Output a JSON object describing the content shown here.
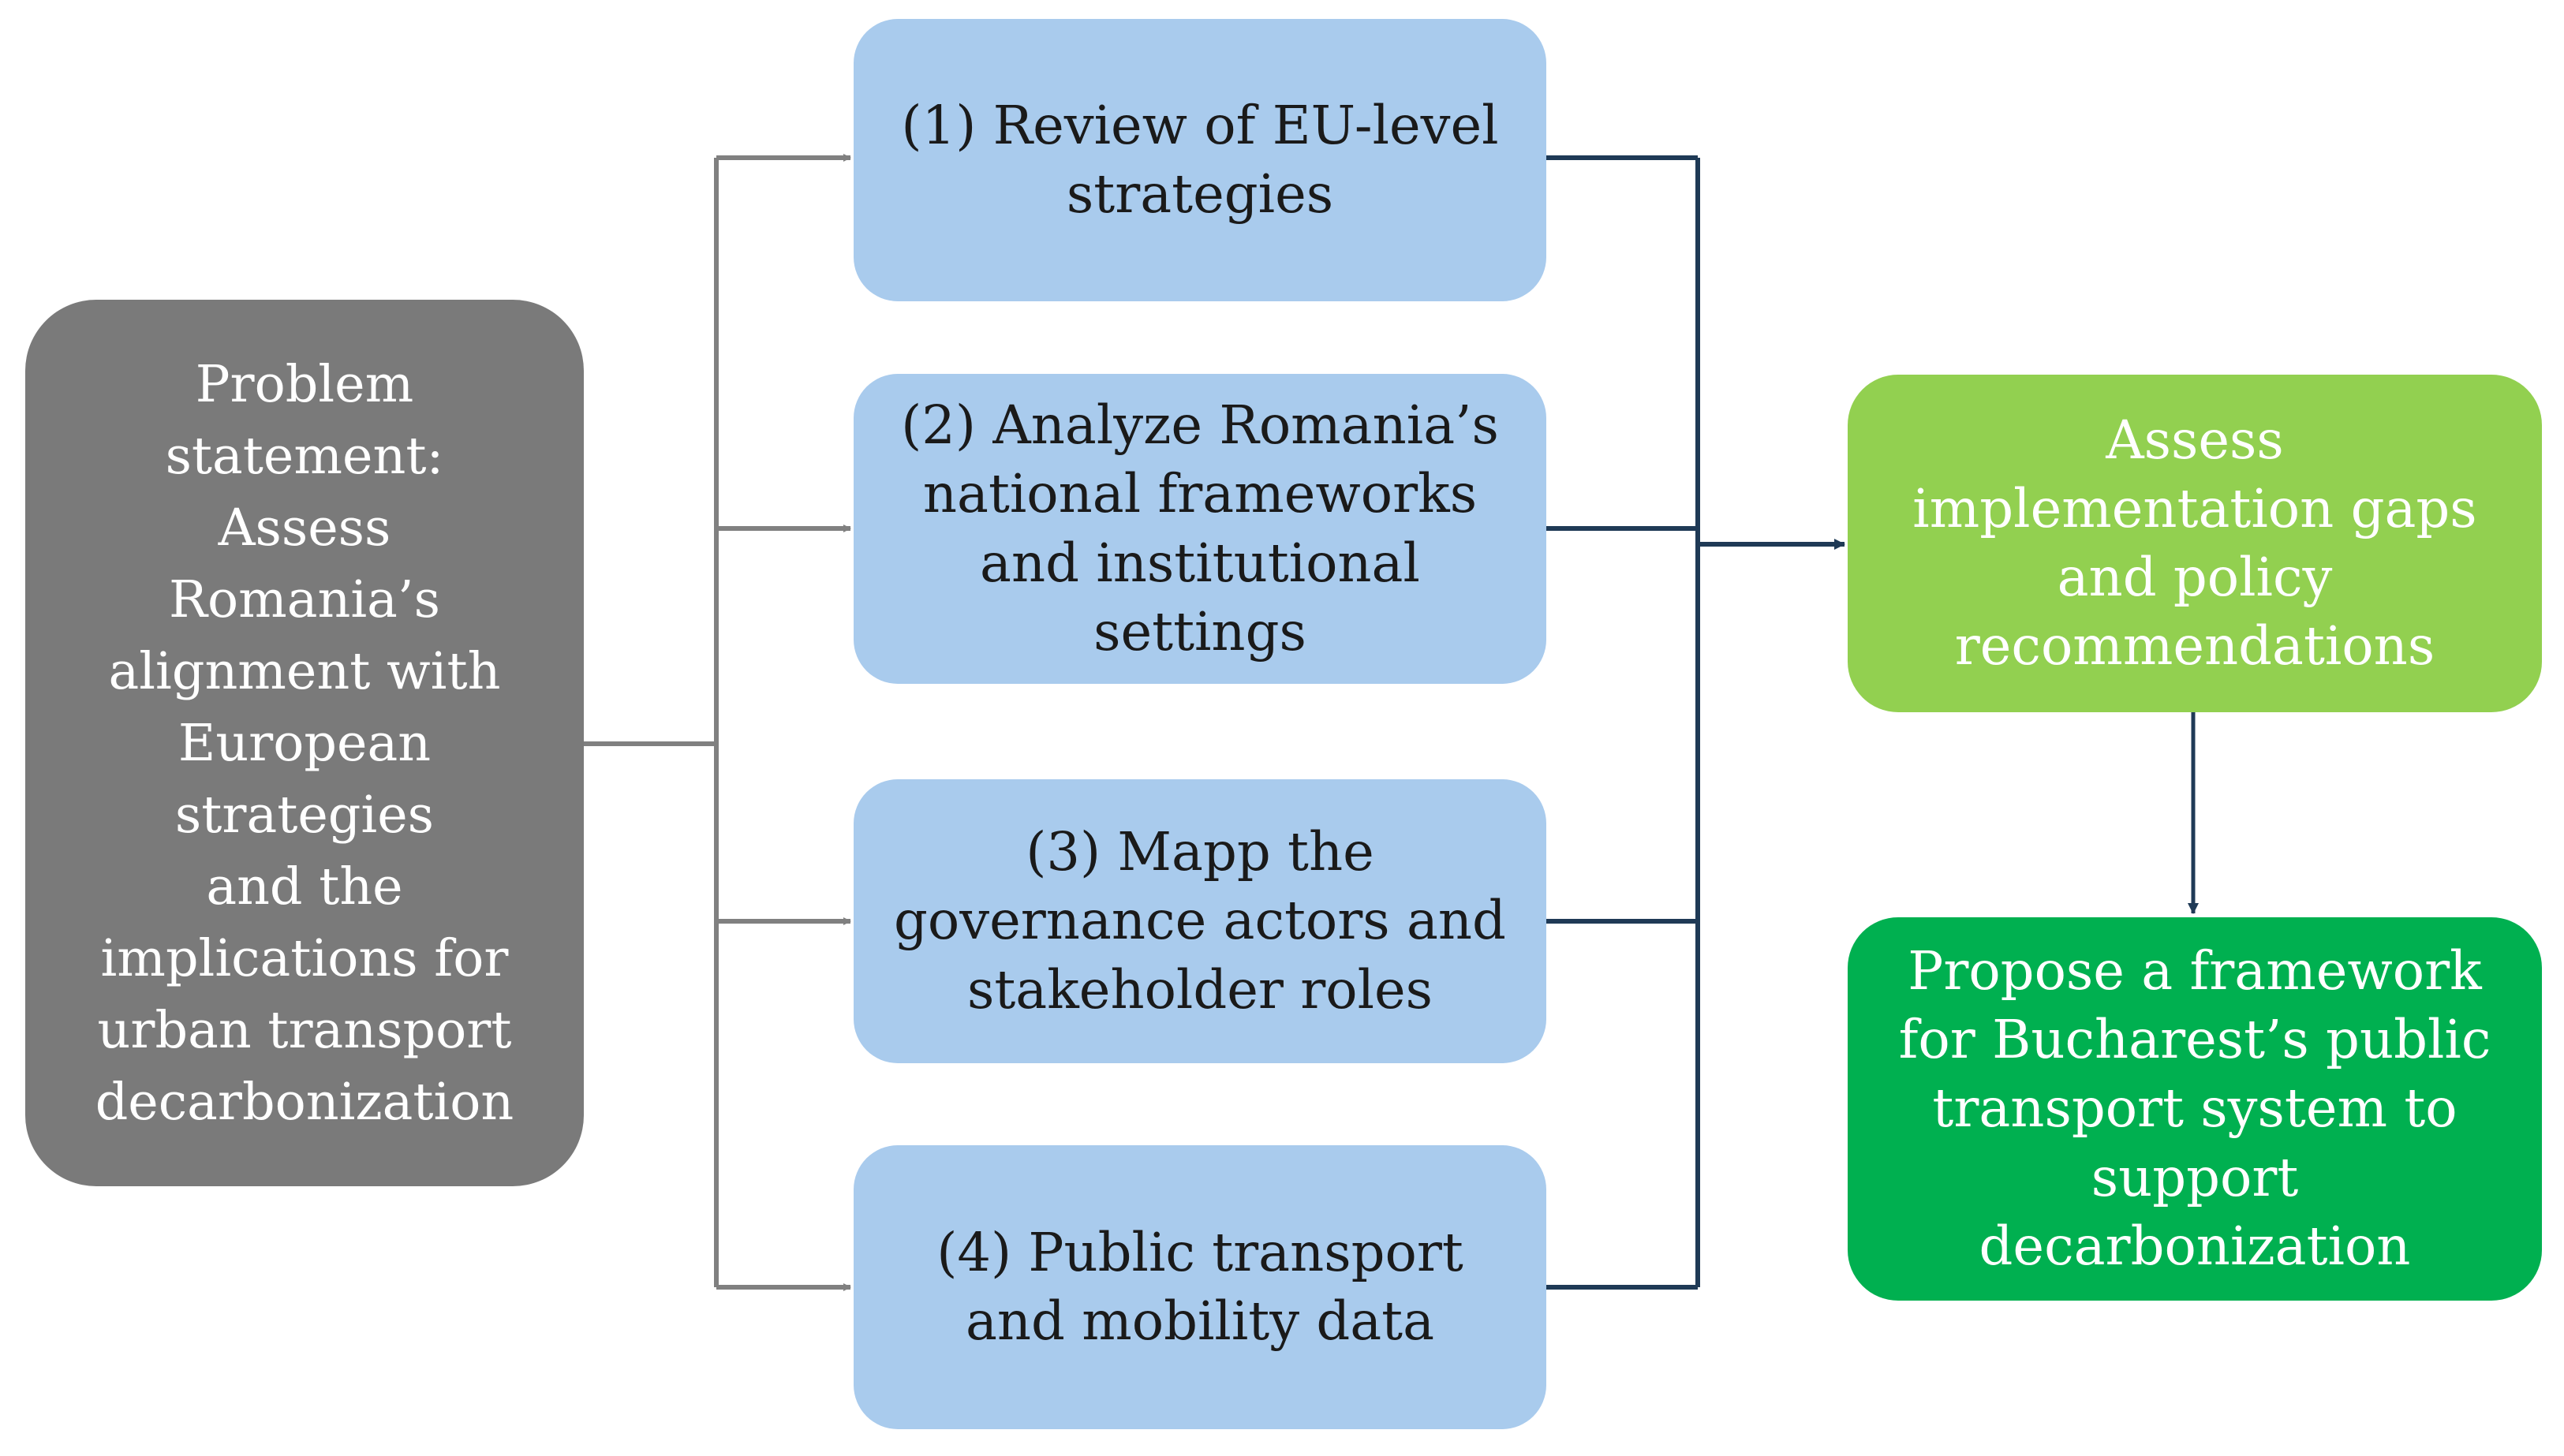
{
  "problem_statement": "Problem\nstatement:\nAssess\nRomania’s\nalignment with\nEuropean\nstrategies\nand the\nimplications for\nurban transport\ndecarbonization",
  "steps": [
    {
      "label": "(1) Review of EU-level\nstrategies"
    },
    {
      "label": "(2) Analyze Romania’s\nnational frameworks\nand institutional\nsettings"
    },
    {
      "label": "(3) Mapp the\ngovernance actors and\nstakeholder roles"
    },
    {
      "label": "(4) Public transport\nand mobility data"
    }
  ],
  "assess": "Assess\nimplementation gaps\nand policy\nrecommendations",
  "propose": "Propose a framework\nfor Bucharest’s public\ntransport system to\nsupport\ndecarbonization",
  "colors": {
    "problem_box": "#7a7a7a",
    "step_box": "#a9cbed",
    "assess_box": "#92d050",
    "propose_box": "#00b050",
    "left_connector": "#808080",
    "right_connector": "#1f3a56"
  }
}
